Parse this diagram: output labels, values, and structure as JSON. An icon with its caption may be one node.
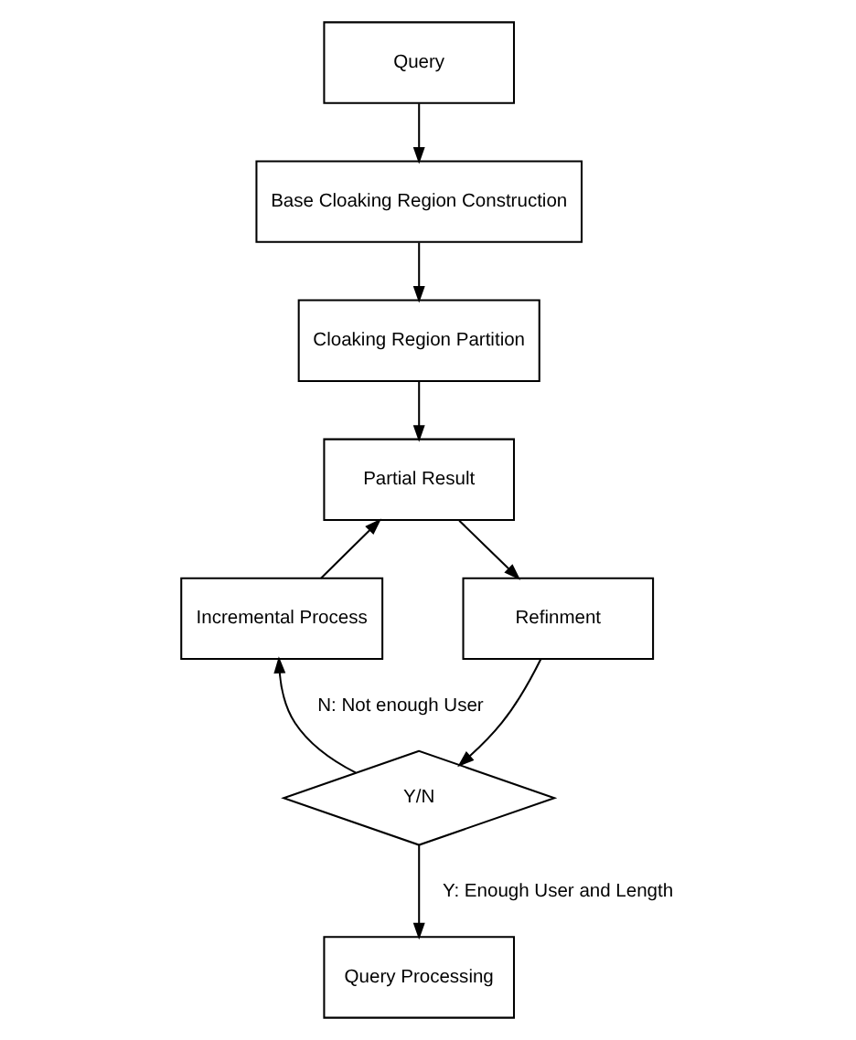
{
  "diagram": {
    "nodes": [
      {
        "text": [
          "Query"
        ]
      },
      {
        "text": [
          "Base Cloaking Region Construction"
        ]
      },
      {
        "text": [
          "Cloaking Region Partition"
        ]
      },
      {
        "text": [
          "Partial Result"
        ]
      },
      {
        "text": [
          "Incremental Process"
        ]
      },
      {
        "text": [
          "Refinment"
        ]
      },
      {
        "text": [
          "Y/N"
        ]
      },
      {
        "text": [
          "Query Processing"
        ]
      }
    ],
    "edges": [
      {
        "from": 0,
        "to": 1,
        "arrow": "to"
      },
      {
        "from": 1,
        "to": 2,
        "arrow": "to"
      },
      {
        "from": 2,
        "to": 3,
        "arrow": "to"
      },
      {
        "from": 3,
        "to": 5,
        "arrow": "to"
      },
      {
        "from": 5,
        "to": 6,
        "arrow": "to"
      },
      {
        "from": 6,
        "to": 4,
        "label": "N: Not enough User",
        "arrow": "to"
      },
      {
        "from": 4,
        "to": 3,
        "arrow": "to"
      },
      {
        "from": 6,
        "to": 7,
        "label": "Y: Enough User and Length",
        "arrow": "to"
      }
    ]
  }
}
